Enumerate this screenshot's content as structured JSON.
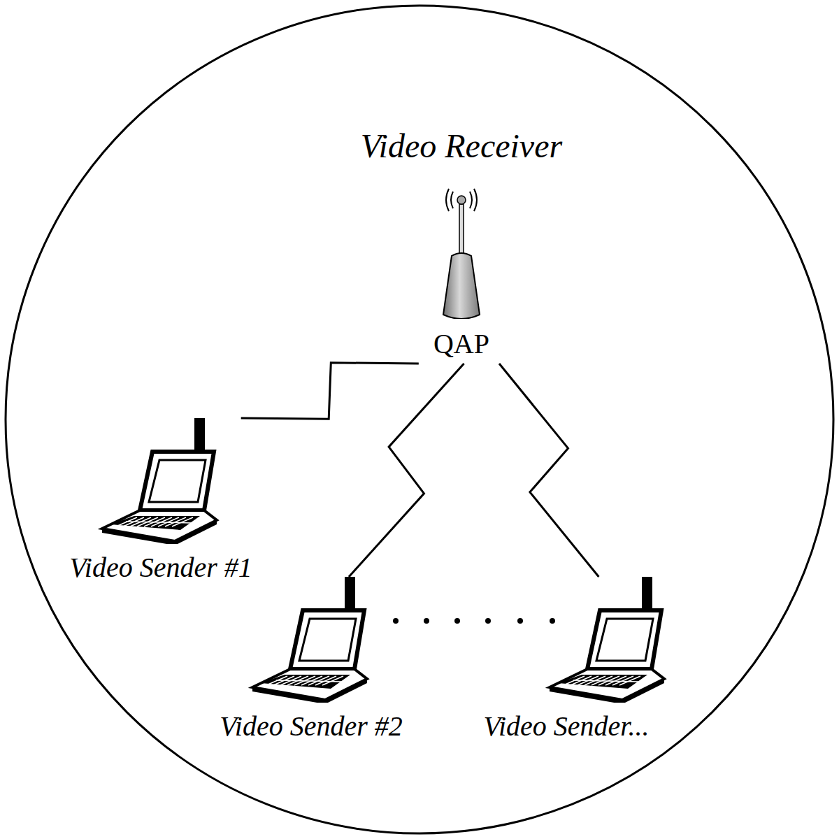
{
  "diagram": {
    "nodes": [
      {
        "text": [
          "Video Receiver",
          "QAP"
        ]
      },
      {
        "text": [
          "Video Sender #1"
        ]
      },
      {
        "text": [
          "Video Sender #2"
        ]
      },
      {
        "text": [
          "Video Sender..."
        ]
      }
    ],
    "edges": [
      {
        "from": 0,
        "to": 1,
        "arrow": "none"
      },
      {
        "from": 0,
        "to": 2,
        "arrow": "none"
      },
      {
        "from": 0,
        "to": 3,
        "arrow": "none"
      }
    ]
  }
}
